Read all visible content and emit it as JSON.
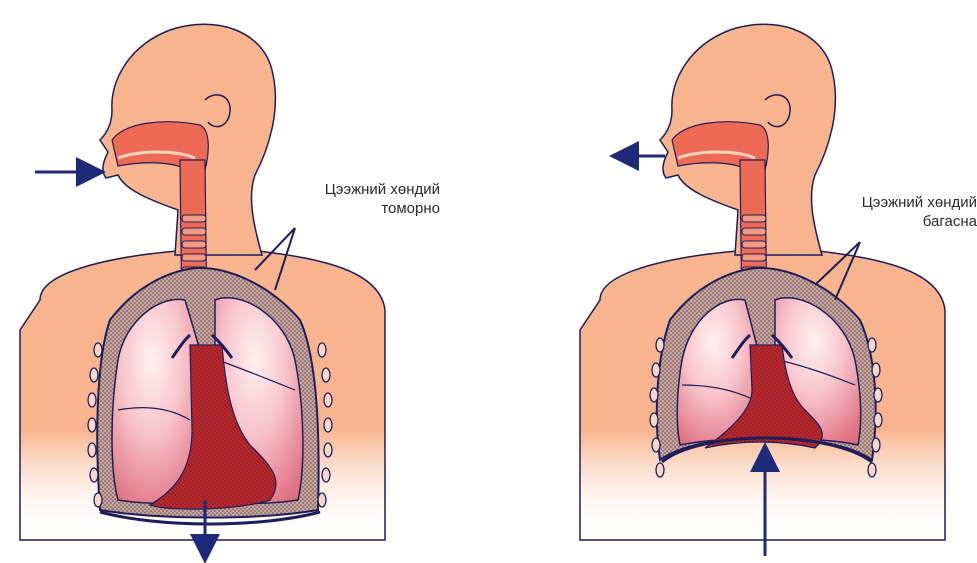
{
  "figures": [
    {
      "id": "inhale",
      "label_line1": "Цээжний хөндий",
      "label_line2": "томорно"
    },
    {
      "id": "exhale",
      "label_line1": "Цээжний хөндий",
      "label_line2": "багасна"
    }
  ],
  "colors": {
    "skin": "#f7b48e",
    "skin_dark": "#ef9f78",
    "outline": "#1d1d5c",
    "airway": "#ee6a55",
    "airway_light": "#f59a80",
    "lung_light": "#fde0e4",
    "lung_mid": "#f4a7b2",
    "lung_dark": "#e0707f",
    "heart": "#b0282c",
    "pleura": "#b48a8a",
    "arrow": "#1d2a7a"
  }
}
